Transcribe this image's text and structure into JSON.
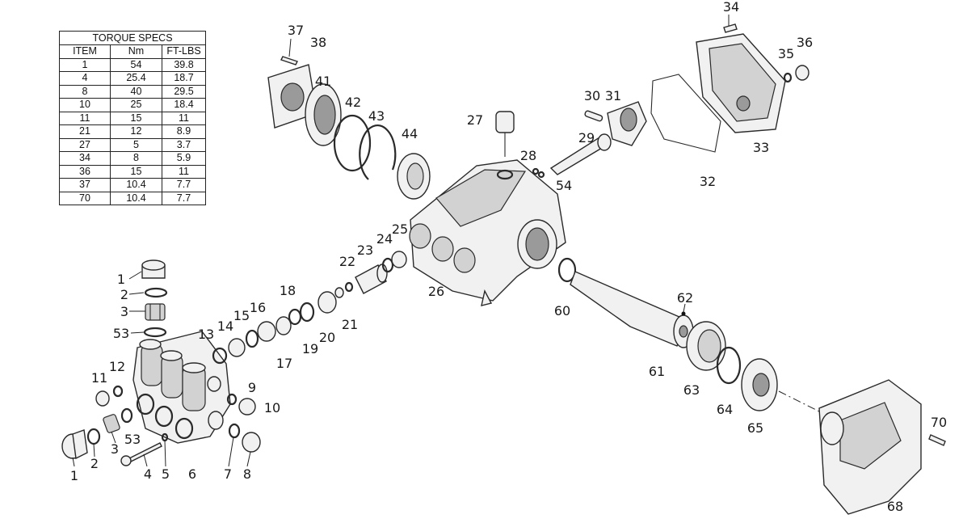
{
  "torque_specs": {
    "title": "TORQUE SPECS",
    "columns": [
      "ITEM",
      "Nm",
      "FT-LBS"
    ],
    "rows": [
      [
        "1",
        "54",
        "39.8"
      ],
      [
        "4",
        "25.4",
        "18.7"
      ],
      [
        "8",
        "40",
        "29.5"
      ],
      [
        "10",
        "25",
        "18.4"
      ],
      [
        "11",
        "15",
        "11"
      ],
      [
        "21",
        "12",
        "8.9"
      ],
      [
        "27",
        "5",
        "3.7"
      ],
      [
        "34",
        "8",
        "5.9"
      ],
      [
        "36",
        "15",
        "11"
      ],
      [
        "37",
        "10.4",
        "7.7"
      ],
      [
        "70",
        "10.4",
        "7.7"
      ]
    ]
  },
  "callouts": [
    "1",
    "2",
    "3",
    "53",
    "13",
    "14",
    "15",
    "16",
    "18",
    "17",
    "19",
    "20",
    "21",
    "22",
    "23",
    "24",
    "25",
    "26",
    "11",
    "12",
    "9",
    "10",
    "3",
    "53",
    "1",
    "2",
    "4",
    "5",
    "6",
    "7",
    "8",
    "37",
    "38",
    "41",
    "42",
    "43",
    "44",
    "27",
    "28",
    "54",
    "30",
    "31",
    "29",
    "34",
    "35",
    "36",
    "33",
    "32",
    "60",
    "62",
    "61",
    "63",
    "64",
    "65",
    "70",
    "68"
  ]
}
